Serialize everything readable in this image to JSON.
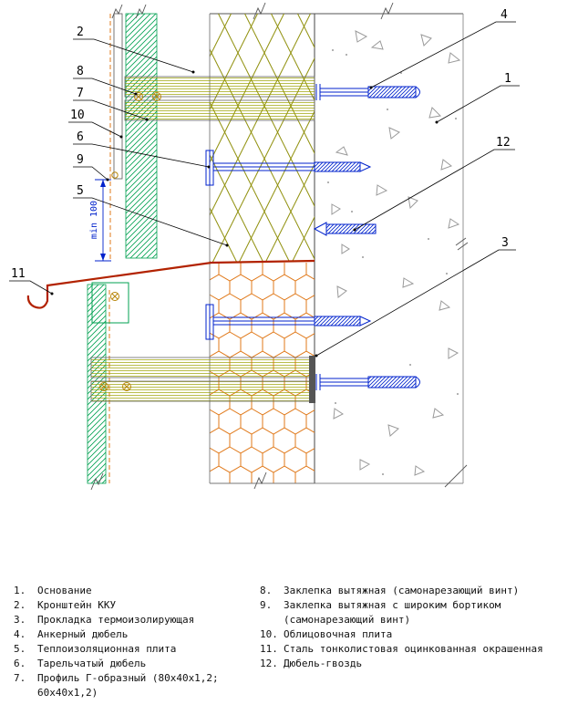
{
  "drawing": {
    "dimension_label": "min 100",
    "callouts": {
      "c1": "1",
      "c2": "2",
      "c3": "3",
      "c4": "4",
      "c5": "5",
      "c6": "6",
      "c7": "7",
      "c8": "8",
      "c9": "9",
      "c10": "10",
      "c11": "11",
      "c12": "12"
    },
    "colors": {
      "anchor_blue": "#0022cc",
      "insulation_olive": "#8f8f0a",
      "hex_orange": "#e07818",
      "profile_green": "#00a050",
      "flashing_red": "#b22200",
      "concrete_gray": "#9a9a9a",
      "rivet_olive": "#b8860b"
    }
  },
  "legend": {
    "left": [
      {
        "num": "1.",
        "text": "Основание"
      },
      {
        "num": "2.",
        "text": "Кронштейн ККУ"
      },
      {
        "num": "3.",
        "text": "Прокладка термоизолирующая"
      },
      {
        "num": "4.",
        "text": "Анкерный дюбель"
      },
      {
        "num": "5.",
        "text": "Теплоизоляционная плита"
      },
      {
        "num": "6.",
        "text": "Тарельчатый дюбель"
      },
      {
        "num": "7.",
        "text": "Профиль Г-образный (80x40x1,2; 60x40x1,2)"
      }
    ],
    "right": [
      {
        "num": "8.",
        "text": "Заклепка вытяжная (самонарезающий винт)"
      },
      {
        "num": "9.",
        "text": "Заклепка вытяжная с широким бортиком (самонарезающий винт)"
      },
      {
        "num": "10.",
        "text": "Облицовочная плита"
      },
      {
        "num": "11.",
        "text": "Сталь тонколистовая оцинкованная окрашенная"
      },
      {
        "num": "12.",
        "text": "Дюбель-гвоздь"
      }
    ]
  }
}
